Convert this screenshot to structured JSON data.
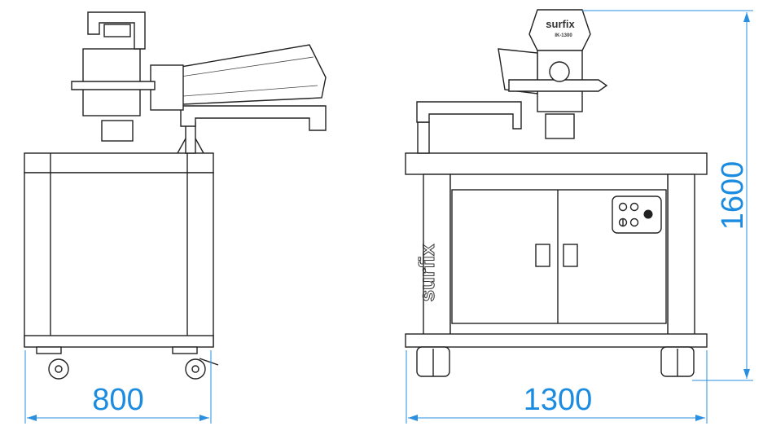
{
  "dimensions": {
    "width_side": "800",
    "width_front": "1300",
    "height": "1600"
  },
  "logo": {
    "brand": "surfix",
    "model": "IK-1300"
  },
  "colors": {
    "dimension": "#1c8ce0",
    "line": "#222222"
  }
}
